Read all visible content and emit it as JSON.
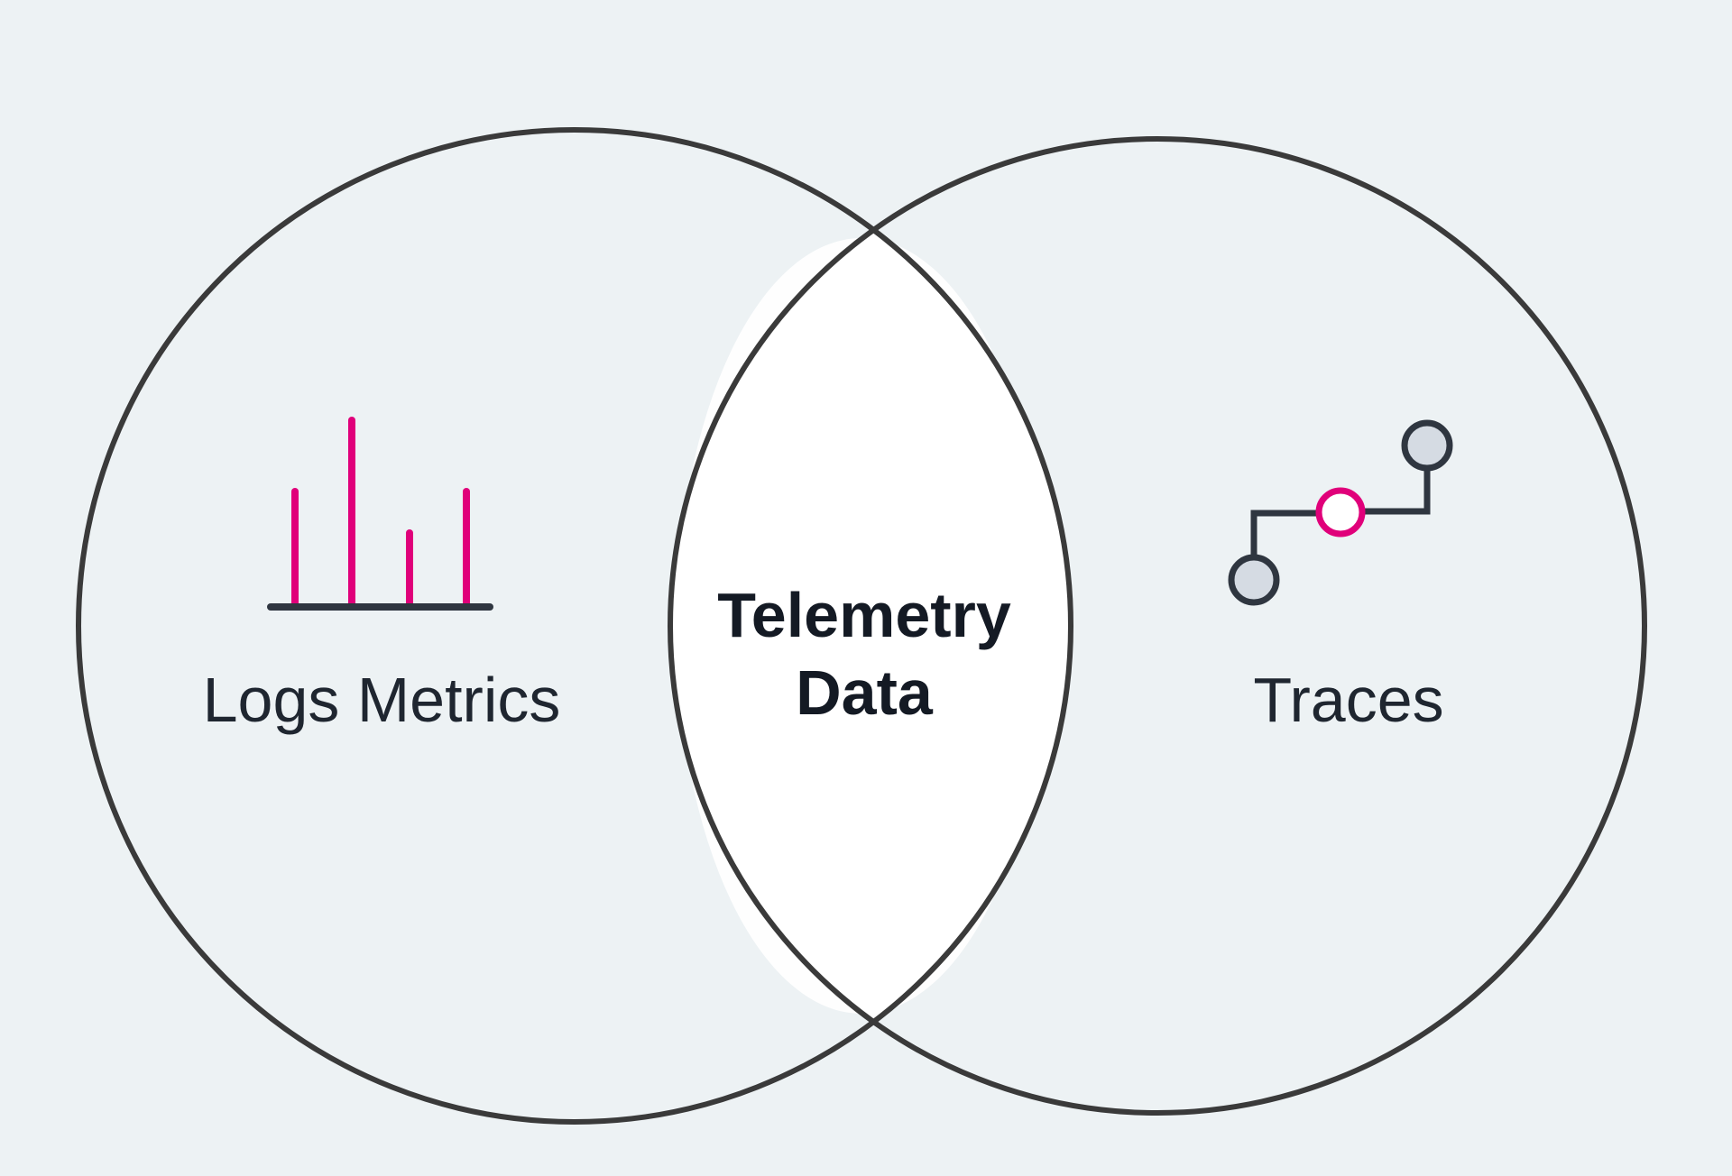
{
  "diagram": {
    "left_set": {
      "label": "Logs Metrics",
      "icon": "bar-chart-icon"
    },
    "right_set": {
      "label": "Traces",
      "icon": "trace-path-icon"
    },
    "intersection": {
      "label_line1": "Telemetry",
      "label_line2": "Data"
    }
  },
  "colors": {
    "background": "#edf2f4",
    "outline": "#3a3a3a",
    "accent": "#e0007a",
    "node_fill": "#d5dbe3",
    "node_stroke": "#2f3640",
    "intersection_fill": "#ffffff",
    "text": "#1f2630"
  }
}
